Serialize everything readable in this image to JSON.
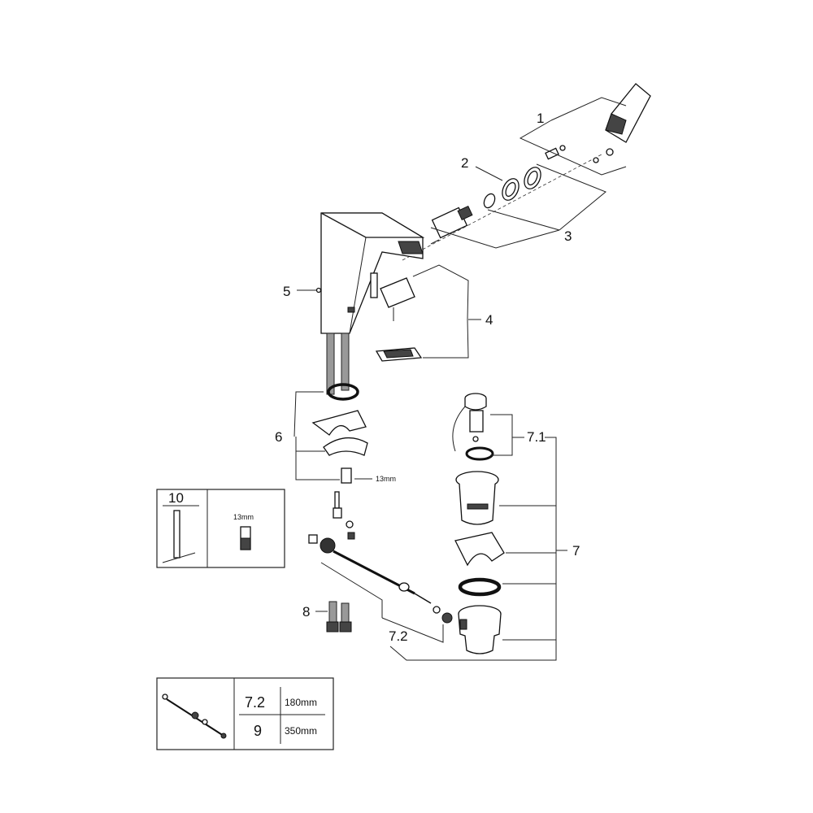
{
  "callouts": {
    "p1": "1",
    "p2": "2",
    "p3": "3",
    "p4": "4",
    "p5": "5",
    "p6": "6",
    "p6_size": "13mm",
    "p7": "7",
    "p7_1": "7.1",
    "p7_2": "7.2",
    "p8": "8"
  },
  "tool_box": {
    "number": "10",
    "size": "13mm"
  },
  "rod_table": {
    "rows": [
      {
        "part": "7.2",
        "length": "180mm"
      },
      {
        "part": "9",
        "length": "350mm"
      }
    ]
  }
}
